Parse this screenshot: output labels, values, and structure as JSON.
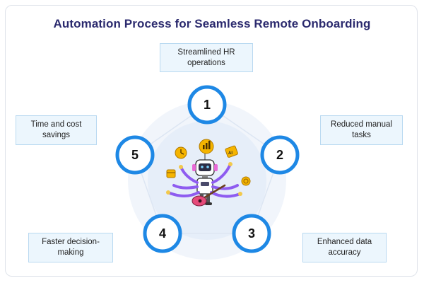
{
  "title": "Automation Process for Seamless Remote Onboarding",
  "steps": [
    {
      "number": "1",
      "label": "Streamlined HR operations"
    },
    {
      "number": "2",
      "label": "Reduced manual tasks"
    },
    {
      "number": "3",
      "label": "Enhanced data accuracy"
    },
    {
      "number": "4",
      "label": "Faster decision-making"
    },
    {
      "number": "5",
      "label": "Time and cost savings"
    }
  ],
  "colors": {
    "title": "#2b2a6e",
    "ring": "#1e88e5",
    "label_bg": "#ecf6fd",
    "label_border": "#b9d9f1",
    "halo_outer": "#eef3fb",
    "halo_inner": "#e3edf9"
  },
  "icons": [
    "robot-icon",
    "clock-icon",
    "dollar-chart-icon",
    "ai-chip-icon",
    "guitar-icon",
    "calendar-icon",
    "coin-icon"
  ]
}
